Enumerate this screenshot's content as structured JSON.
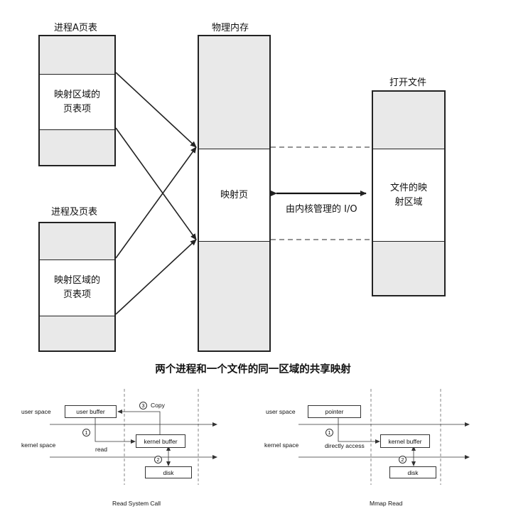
{
  "top_diagram": {
    "process_a_title": "进程A页表",
    "process_b_title": "进程及页表",
    "physical_memory_title": "物理内存",
    "open_file_title": "打开文件",
    "process_a_mapped_label": "映射区域的\n页表项",
    "process_b_mapped_label": "映射区域的\n页表项",
    "physical_mapped_label": "映射页",
    "file_mapped_label": "文件的映\n射区域",
    "io_label": "由内核管理的 I/O",
    "caption": "两个进程和一个文件的同一区域的共享映射"
  },
  "read_diagram": {
    "user_space_label": "user space",
    "kernel_space_label": "kernel space",
    "user_buffer_label": "user buffer",
    "kernel_buffer_label": "kernel buffer",
    "disk_label": "disk",
    "step1_number": "1",
    "step1_label": "read",
    "step2_number": "2",
    "step3_number": "3",
    "step3_label": "Copy",
    "caption": "Read System Call"
  },
  "mmap_diagram": {
    "user_space_label": "user space",
    "kernel_space_label": "kernel space",
    "pointer_label": "pointer",
    "kernel_buffer_label": "kernel buffer",
    "disk_label": "disk",
    "step1_number": "1",
    "step1_label": "directly access",
    "step2_number": "2",
    "caption": "Mmap Read"
  },
  "colors": {
    "shaded": "#e9e9e9",
    "line": "#222222"
  }
}
